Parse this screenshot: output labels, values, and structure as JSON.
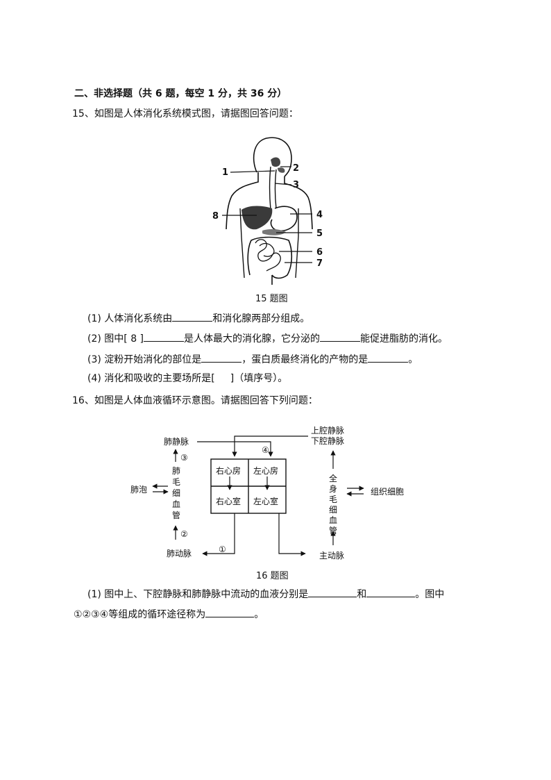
{
  "section": {
    "title": "二、非选择题（共 6 题，每空 1 分，共 36 分）"
  },
  "q15": {
    "stem": "15、如图是人体消化系统模式图，请据图回答问题：",
    "caption": "15 题图",
    "labels": [
      "1",
      "2",
      "3",
      "4",
      "5",
      "6",
      "7",
      "8"
    ],
    "items": {
      "i1": {
        "a": "(1) 人体消化系统由",
        "b": "和消化腺两部分组成。"
      },
      "i2": {
        "a": "(2) 图中[ 8 ]",
        "b": "是人体最大的消化腺，它分泌的",
        "c": "能促进脂肪的消化。"
      },
      "i3": {
        "a": "(3) 淀粉开始消化的部位是",
        "b": "，蛋白质最终消化的产物的是",
        "c": "。"
      },
      "i4": {
        "a": "(4) 消化和吸收的主要场所是[",
        "b": "]（填序号）。"
      }
    }
  },
  "q16": {
    "stem": "16、如图是人体血液循环示意图。请据图回答下列问题：",
    "caption": "16 题图",
    "diagram": {
      "pulmonary_vein": "肺静脉",
      "vena_cava_top": "上腔静脉",
      "vena_cava_bottom": "下腔静脉",
      "right_atrium": "右心房",
      "left_atrium": "左心房",
      "right_ventricle": "右心室",
      "left_ventricle": "左心室",
      "alveoli": "肺泡",
      "lung_capillary": [
        "肺",
        "毛",
        "细",
        "血",
        "管"
      ],
      "body_capillary": [
        "全",
        "身",
        "毛",
        "细",
        "血",
        "管"
      ],
      "tissue_cells": "组织细胞",
      "pulmonary_artery": "肺动脉",
      "aorta": "主动脉",
      "m1": "①",
      "m2": "②",
      "m3": "③",
      "m4": "④"
    },
    "items": {
      "i1": {
        "a": "(1) 图中上、下腔静脉和肺静脉中流动的血液分别是",
        "b": "和",
        "c": "。图中",
        "d": "①②③④等组成的循环途径称为",
        "e": "。"
      }
    }
  }
}
